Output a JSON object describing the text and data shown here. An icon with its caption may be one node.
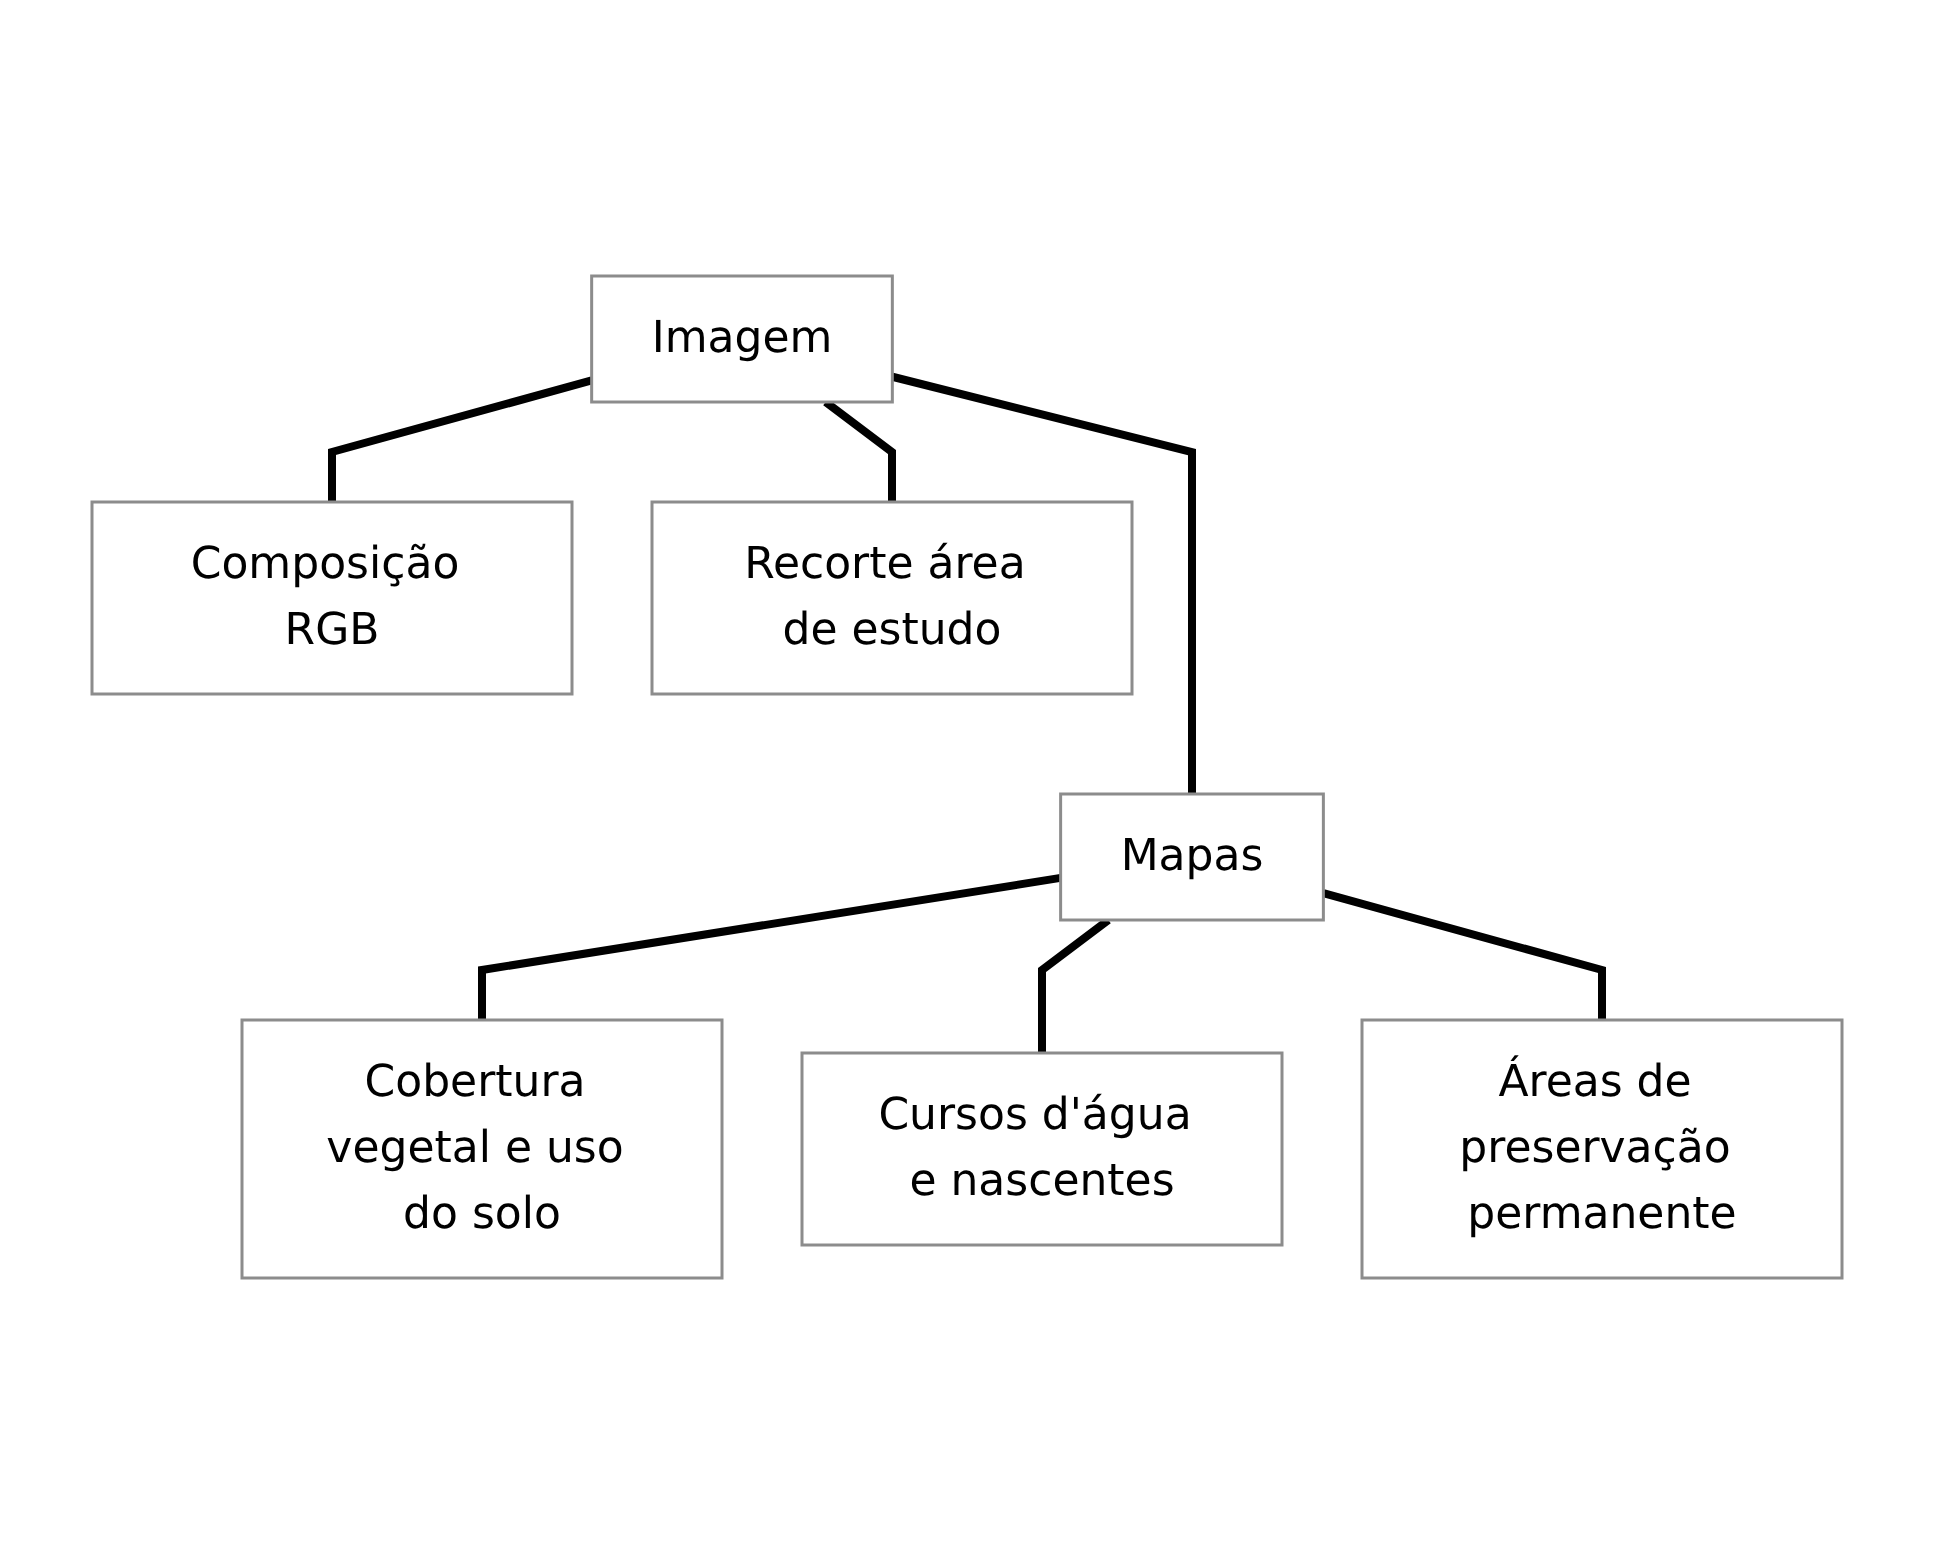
{
  "diagram": {
    "nodes": [
      {
        "text": [
          "Imagem"
        ]
      },
      {
        "text": [
          "Composição RGB"
        ]
      },
      {
        "text": [
          "Recorte área de estudo"
        ]
      },
      {
        "text": [
          "Mapas"
        ]
      },
      {
        "text": [
          "Cobertura vegetal e uso do solo"
        ]
      },
      {
        "text": [
          "Cursos d'água e nascentes"
        ]
      },
      {
        "text": [
          "Áreas de preservação permanente"
        ]
      }
    ],
    "edges": [
      {
        "from": 0,
        "to": 1,
        "arrow": "none"
      },
      {
        "from": 0,
        "to": 2,
        "arrow": "none"
      },
      {
        "from": 0,
        "to": 3,
        "arrow": "none"
      },
      {
        "from": 3,
        "to": 4,
        "arrow": "none"
      },
      {
        "from": 3,
        "to": 5,
        "arrow": "none"
      },
      {
        "from": 3,
        "to": 6,
        "arrow": "none"
      }
    ]
  }
}
